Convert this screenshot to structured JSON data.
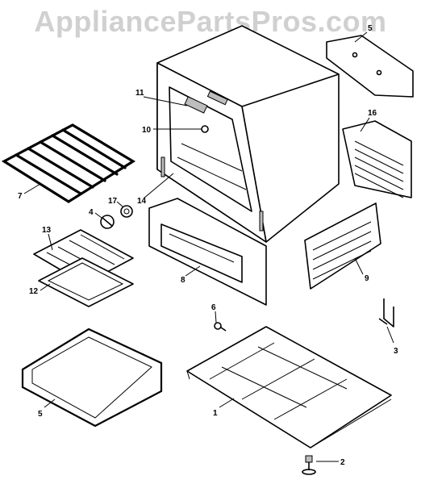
{
  "watermark": "AppliancePartsPros.com",
  "callouts": {
    "c1": "1",
    "c2": "2",
    "c3": "3",
    "c4": "4",
    "c5a": "5",
    "c5b": "5",
    "c6": "6",
    "c7": "7",
    "c8": "8",
    "c9": "9",
    "c10": "10",
    "c11": "11",
    "c12": "12",
    "c13": "13",
    "c14": "14",
    "c16": "16",
    "c17": "17"
  }
}
